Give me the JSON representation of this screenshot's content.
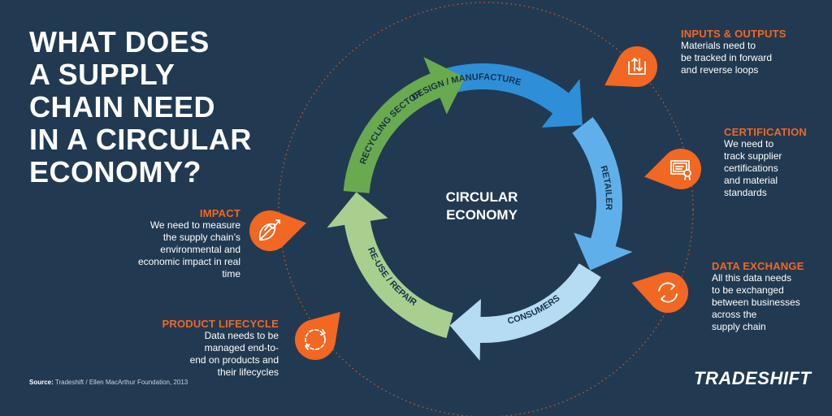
{
  "title_lines": [
    "WHAT DOES",
    "A SUPPLY",
    "CHAIN NEED",
    "IN A CIRCULAR",
    "ECONOMY?"
  ],
  "center_lines": [
    "CIRCULAR",
    "ECONOMY"
  ],
  "cycle_labels": {
    "design": "DESIGN / MANUFACTURE",
    "retailer": "RETAILER",
    "consumers": "CONSUMERS",
    "reuse": "RE-USE / REPAIR",
    "recycling": "RECYCLING SECTOR"
  },
  "blocks": {
    "inputs": {
      "heading": "INPUTS & OUTPUTS",
      "lines": [
        "Materials need to",
        "be tracked in forward",
        "and reverse loops"
      ]
    },
    "certification": {
      "heading": "CERTIFICATION",
      "lines": [
        "We need to",
        "track supplier",
        "certifications",
        "and material",
        "standards"
      ]
    },
    "data": {
      "heading": "DATA EXCHANGE",
      "lines": [
        "All this data needs",
        "to be exchanged",
        "between businesses",
        "across the",
        "supply chain"
      ]
    },
    "impact": {
      "heading": "IMPACT",
      "lines": [
        "We need to measure",
        "the supply chain’s",
        "environmental and",
        "economic impact in real",
        "time"
      ]
    },
    "lifecycle": {
      "heading": "PRODUCT LIFECYCLE",
      "lines": [
        "Data needs to be",
        "managed end-to-",
        "end on products and",
        "their lifecycles"
      ]
    }
  },
  "source": {
    "label": "Source:",
    "text": "Tradeshift / Ellen MacArthur Foundation, 2013"
  },
  "logo": "TRADESHIFT",
  "colors": {
    "background": "#213a52",
    "accent_orange": "#f26722",
    "design_blue": "#2e8fd8",
    "retailer_blue": "#5fb0ea",
    "consumers_blue": "#b6dcf4",
    "reuse_green": "#a9cf8f",
    "recycling_green": "#6aaa4f"
  },
  "icons": {
    "inputs": "in-out-arrows-icon",
    "certification": "certificate-icon",
    "data": "exchange-cycle-icon",
    "impact": "leaf-chart-icon",
    "lifecycle": "dashed-cycle-icon"
  }
}
